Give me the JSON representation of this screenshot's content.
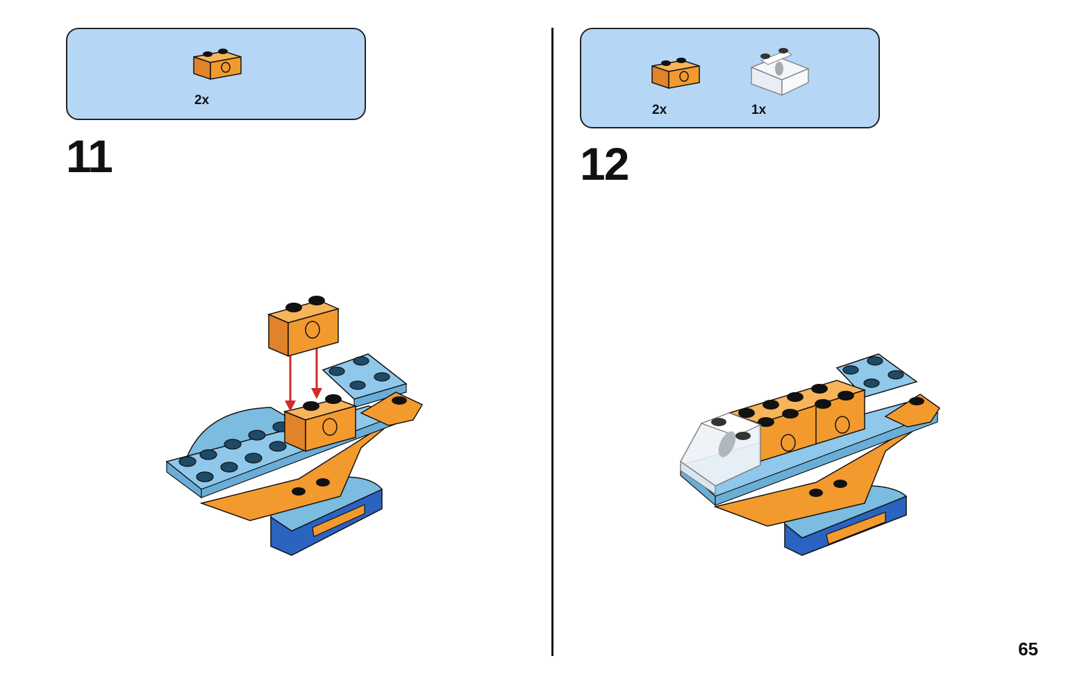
{
  "steps": [
    {
      "number": "11",
      "parts": [
        {
          "quantity": "2x",
          "icon": "orange-technic-brick-1x2-icon"
        }
      ]
    },
    {
      "number": "12",
      "parts": [
        {
          "quantity": "2x",
          "icon": "orange-technic-brick-1x2-icon"
        },
        {
          "quantity": "1x",
          "icon": "transparent-slope-brick-icon"
        }
      ]
    }
  ],
  "page_number": "65",
  "colors": {
    "parts_box": "#b5d7f5",
    "orange": "#f39a2e",
    "light_blue": "#7bbce0",
    "dark_blue": "#2a64c0",
    "arrow_red": "#d42a2a"
  }
}
